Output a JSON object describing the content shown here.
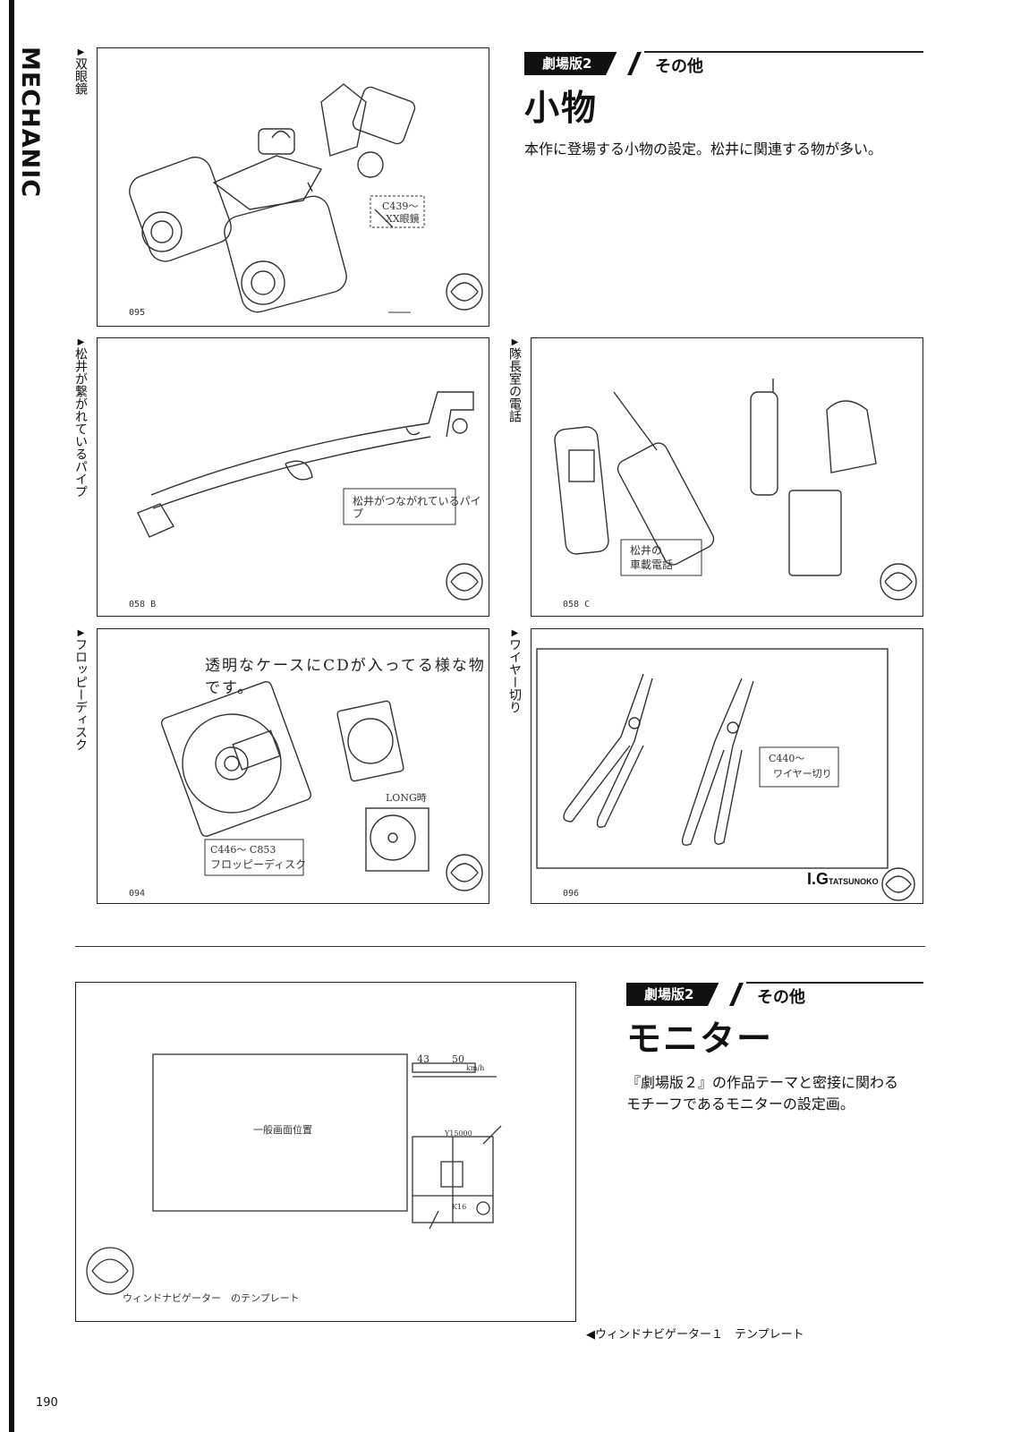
{
  "side_label": "MECHANIC",
  "page_number": "190",
  "section1": {
    "badge": "劇場版2",
    "sub": "その他",
    "title": "小物",
    "description": "本作に登場する小物の設定。松井に関連する物が多い。"
  },
  "section2": {
    "badge": "劇場版2",
    "sub": "その他",
    "title": "モニター",
    "description_lines": [
      "『劇場版２』の作品テーマと密接に関わる",
      "モチーフであるモニターの設定画。"
    ]
  },
  "panels": {
    "binoculars": {
      "caption": "双眼鏡",
      "code": "095",
      "note_tag": "C439～",
      "note_name": "XX眼鏡"
    },
    "pipe": {
      "caption": "松井が繋がれているパイプ",
      "code": "058 B",
      "note_text": "松井がつながれているパイプ"
    },
    "phone": {
      "caption": "隊長室の電話",
      "code": "058 C",
      "note_line1": "松井の",
      "note_line2": "車載電話"
    },
    "floppy": {
      "caption": "フロッピーディスク",
      "code": "094",
      "headline": "透明なケースにCDが入ってる様な物です。",
      "note_line1": "C446～ C853",
      "note_line2": "フロッピーディスク",
      "long_label": "LONG時"
    },
    "wire": {
      "caption": "ワイヤー切り",
      "code": "096",
      "note_line1": "C440～",
      "note_line2": "ワイヤー切り"
    }
  },
  "monitor_sheet": {
    "caption": "◀ウィンドナビゲーター１　テンプレート",
    "center_label": "一般画面位置",
    "speed_left": "43",
    "speed_mid": "50",
    "unit": "km/h",
    "compass_code": "K16",
    "map_top_code": "Y15000",
    "footer_text": "ウィンドナビゲーター　のテンプレート"
  },
  "logo": {
    "top": "I.G",
    "bottom": "TATSUNOKO"
  }
}
